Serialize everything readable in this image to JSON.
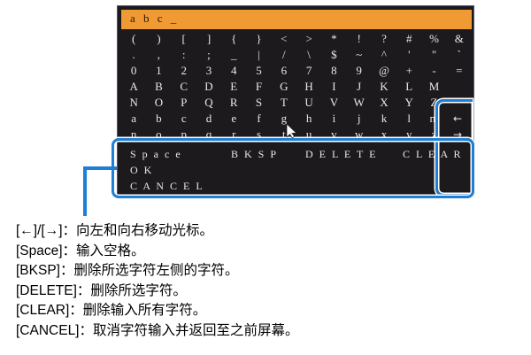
{
  "osd": {
    "title": "a b c _",
    "input_value": "abc",
    "cursor_glyph": "_",
    "char_rows": [
      [
        "(",
        ")",
        "[",
        "]",
        "{",
        "}",
        "<",
        ">",
        "*",
        "!",
        "?",
        "#",
        "%",
        "&"
      ],
      [
        ".",
        ",",
        ":",
        ";",
        "_",
        "|",
        "/",
        "\\",
        "$",
        "~",
        "^",
        "'",
        "\"",
        "`"
      ],
      [
        "0",
        "1",
        "2",
        "3",
        "4",
        "5",
        "6",
        "7",
        "8",
        "9",
        "@",
        "+",
        "-",
        "="
      ],
      [
        "A",
        "B",
        "C",
        "D",
        "E",
        "F",
        "G",
        "H",
        "I",
        "J",
        "K",
        "L",
        "M",
        ""
      ],
      [
        "N",
        "O",
        "P",
        "Q",
        "R",
        "S",
        "T",
        "U",
        "V",
        "W",
        "X",
        "Y",
        "Z",
        ""
      ],
      [
        "a",
        "b",
        "c",
        "d",
        "e",
        "f",
        "g",
        "h",
        "i",
        "j",
        "k",
        "l",
        "m",
        ""
      ],
      [
        "n",
        "o",
        "p",
        "q",
        "r",
        "s",
        "t",
        "u",
        "v",
        "w",
        "x",
        "y",
        "z",
        ""
      ]
    ],
    "arrow_keys": {
      "left": "←",
      "right": "→"
    },
    "commands": {
      "space": "S p a c e",
      "bksp": "B K S P",
      "delete": "D E L E T E",
      "clear": "C L E A R",
      "ok": "O K",
      "cancel": "C A N C E L"
    },
    "colors": {
      "titlebar": "#f09a33",
      "panel_background": "#1c1a1d",
      "panel_border": "#55507a",
      "highlight": "#1f7fd4",
      "text": "#e8e8ea"
    }
  },
  "caption": {
    "lines": [
      "[←]/[→]：向左和向右移动光标。",
      "[Space]：输入空格。",
      "[BKSP]：删除所选字符左侧的字符。",
      "[DELETE]：删除所选字符。",
      "[CLEAR]：删除输入所有字符。",
      "[CANCEL]：取消字符输入并返回至之前屏幕。"
    ]
  }
}
